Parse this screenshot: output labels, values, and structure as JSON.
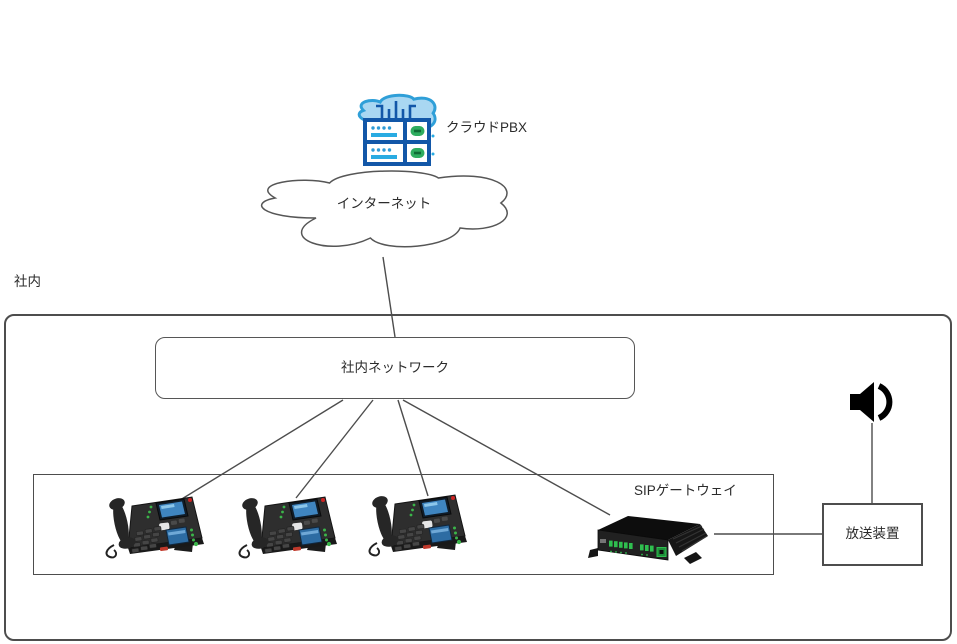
{
  "diagram": {
    "cloud_pbx": {
      "label": "クラウドPBX",
      "icon": "cloud-server-icon"
    },
    "internet_cloud": {
      "label": "インターネット",
      "shape": "cloud"
    },
    "premises_zone": {
      "label": "社内"
    },
    "office_network": {
      "label": "社内ネットワーク"
    },
    "ip_phones": {
      "count": 3,
      "icon": "ip-phone-icon"
    },
    "sip_gateway": {
      "label": "SIPゲートウェイ",
      "icon": "sip-gateway-icon"
    },
    "broadcast_device": {
      "label": "放送装置"
    },
    "speaker": {
      "icon": "speaker-icon"
    },
    "connections": [
      "インターネット - 社内ネットワーク",
      "社内ネットワーク - 電話機1",
      "社内ネットワーク - 電話機2",
      "社内ネットワーク - 電話機3",
      "社内ネットワーク - SIPゲートウェイ",
      "SIPゲートウェイ - 放送装置",
      "放送装置 - スピーカー"
    ]
  },
  "colors": {
    "line": "#4d4d4d",
    "cloud_icon_fill": "#a9d7f2",
    "cloud_icon_stroke": "#2f9fd8",
    "server_blue": "#1257a8",
    "dot_blue": "#2e9bd6",
    "bar_cyan": "#29abe2",
    "led_green": "#2fad5f",
    "device_black": "#1f1f1f"
  }
}
